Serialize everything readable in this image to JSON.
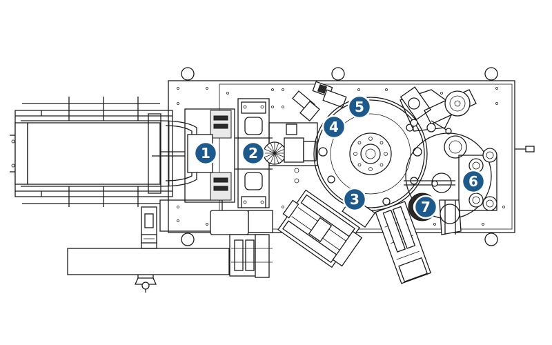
{
  "colors": {
    "marker_fill": "#1c5a8e",
    "marker_text": "#ffffff",
    "line": "#1a1a1a",
    "background": "#ffffff"
  },
  "markers": [
    {
      "label": "1",
      "station": "station-1"
    },
    {
      "label": "2",
      "station": "station-2"
    },
    {
      "label": "3",
      "station": "station-3"
    },
    {
      "label": "4",
      "station": "station-4"
    },
    {
      "label": "5",
      "station": "station-5"
    },
    {
      "label": "6",
      "station": "station-6"
    },
    {
      "label": "7",
      "station": "station-7"
    }
  ]
}
